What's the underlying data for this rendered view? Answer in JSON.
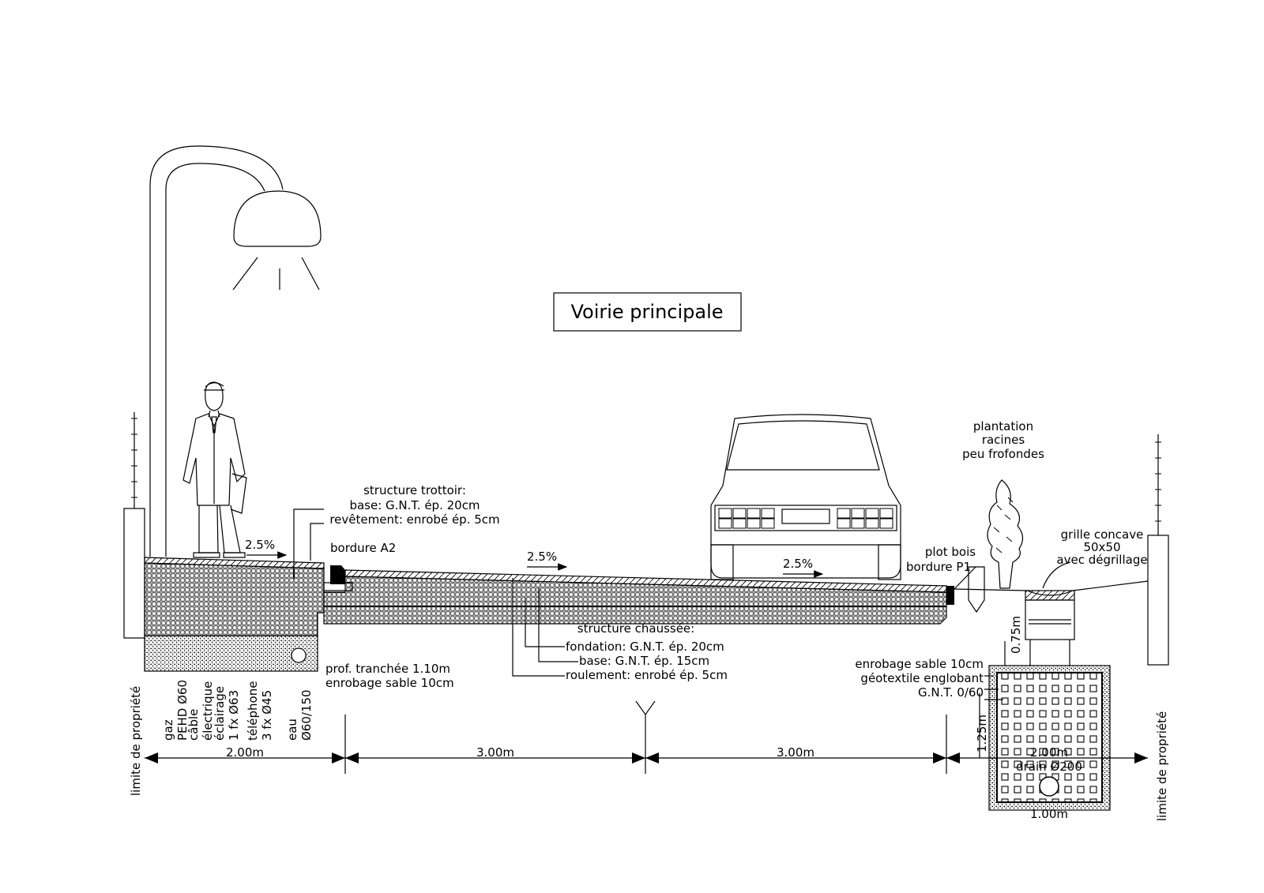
{
  "title": "Voirie principale",
  "sidewalk": {
    "structure_title": "structure trottoir:",
    "base": "base: G.N.T. ép. 20cm",
    "surface": "revêtement: enrobé ép. 5cm",
    "slope": "2.5%"
  },
  "curb_a2": "bordure A2",
  "roadway": {
    "slope_left": "2.5%",
    "slope_right": "2.5%",
    "structure_title": "structure chaussée:",
    "foundation": "fondation: G.N.T. ép. 20cm",
    "base": "base: G.N.T. ép. 15cm",
    "wearing": "roulement: enrobé ép. 5cm"
  },
  "trench": {
    "depth": "prof. tranchée 1.10m",
    "bedding": "enrobage sable 10cm"
  },
  "networks": [
    {
      "line1": "gaz",
      "line2": "PEHD Ø60"
    },
    {
      "line1": "câble",
      "line2": "électrique"
    },
    {
      "line1": "éclairage",
      "line2": "1 fx Ø63"
    },
    {
      "line1": "téléphone",
      "line2": "3 fx Ø45"
    },
    {
      "line1": "eau",
      "line2": "Ø60/150"
    }
  ],
  "property_limit_left": "limite de propriété",
  "property_limit_right": "limite de propriété",
  "dimensions": {
    "sidewalk": "2.00m",
    "lane_left": "3.00m",
    "lane_right": "3.00m",
    "drain_depth": "0.75m",
    "drain_height": "1.25m",
    "drain_width_top": "2.00m",
    "drain_width": "1.00m"
  },
  "planting": {
    "line1": "plantation",
    "line2": "racines",
    "line3": "peu frofondes"
  },
  "wood_post": "plot bois",
  "curb_p1": "bordure P1",
  "grate": {
    "line1": "grille concave",
    "line2": "50x50",
    "line3": "avec dégrillage"
  },
  "drain": {
    "sand": "enrobage sable 10cm",
    "geotextile": "géotextile englobant",
    "gnt": "G.N.T. 0/60",
    "pipe": "drain Ø200"
  }
}
